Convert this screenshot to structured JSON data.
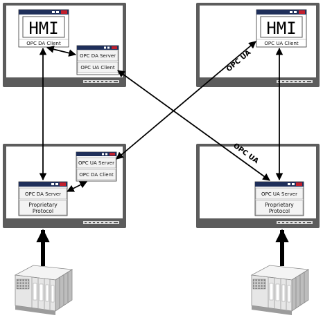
{
  "hmi_left": {
    "screen_text": "HMI",
    "caption": "OPC DA Client"
  },
  "hmi_right": {
    "screen_text": "HMI",
    "caption": "OPC UA Client"
  },
  "wrapper_top_left": {
    "row1": "OPC DA Server",
    "row2": "OPC UA Client"
  },
  "wrapper_bottom_left": {
    "row1": "OPC UA Server",
    "row2": "OPC DA Client"
  },
  "server_bottom_left": {
    "row1": "OPC DA Server",
    "row2_line1": "Proprietary",
    "row2_line2": "Protocol"
  },
  "server_bottom_right": {
    "row1": "OPC UA Server",
    "row2_line1": "Proprietary",
    "row2_line2": "Protocol"
  },
  "connection_labels": {
    "upper": "OPC UA",
    "lower": "OPC UA"
  },
  "colors": {
    "window_titlebar": "#1f2f5a",
    "window_close": "#c21f2c",
    "monitor_frame": "#5c5c5c",
    "monitor_screen": "#ffffff",
    "plc_body": "#e6e6e6"
  },
  "icons": [
    "monitor",
    "application-window",
    "plc-device"
  ]
}
